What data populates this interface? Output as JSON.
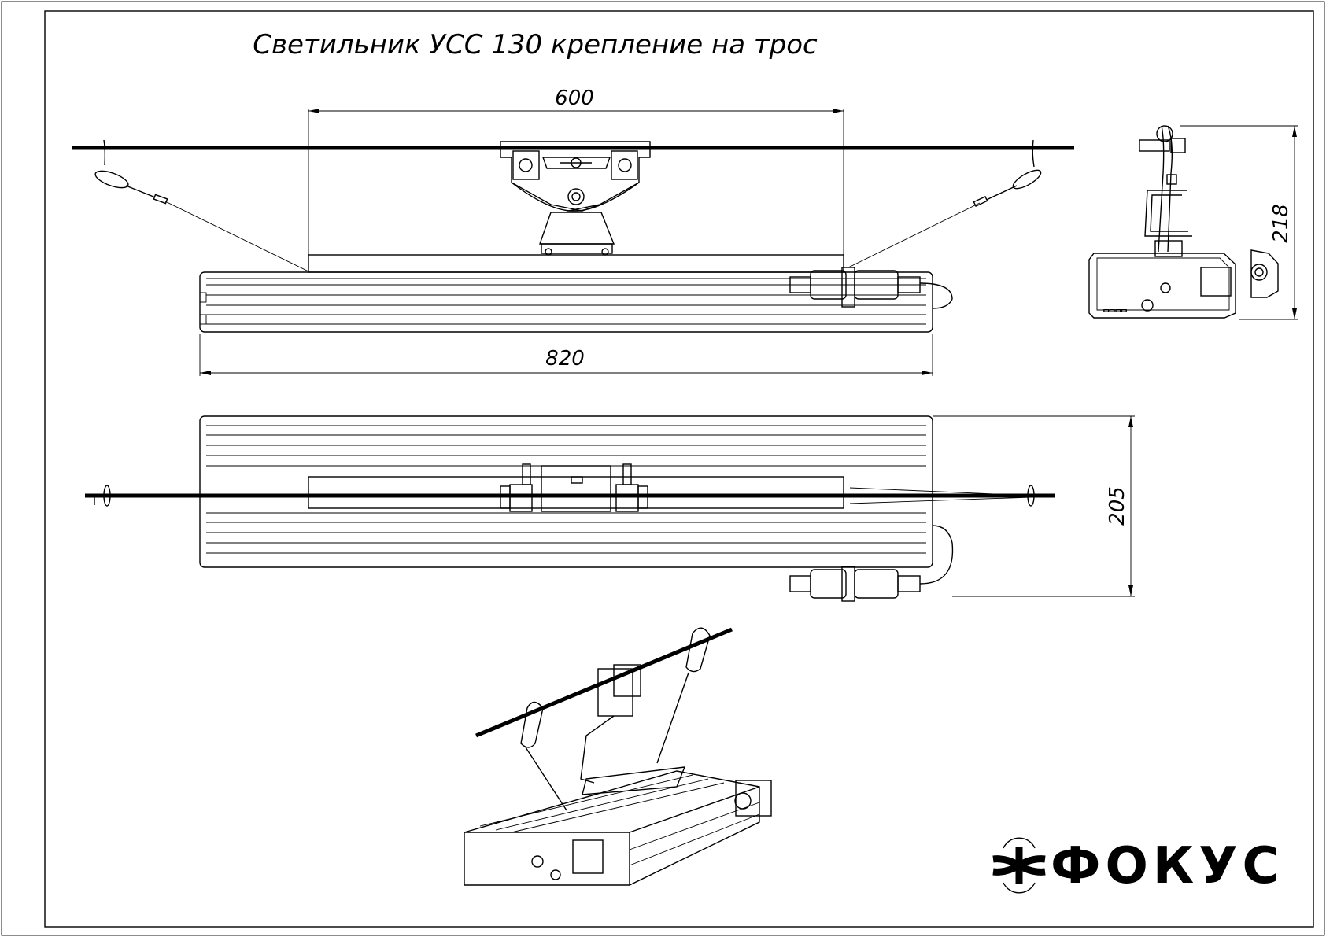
{
  "title": "Светильник УСС 130 крепление на трос",
  "dimensions": {
    "mount_spacing": "600",
    "overall_length": "820",
    "side_height": "218",
    "plan_width": "205"
  },
  "logo": {
    "text": "ФОКУС",
    "icon": "focus-logo-icon"
  },
  "colors": {
    "line": "#000000",
    "background": "#ffffff"
  }
}
